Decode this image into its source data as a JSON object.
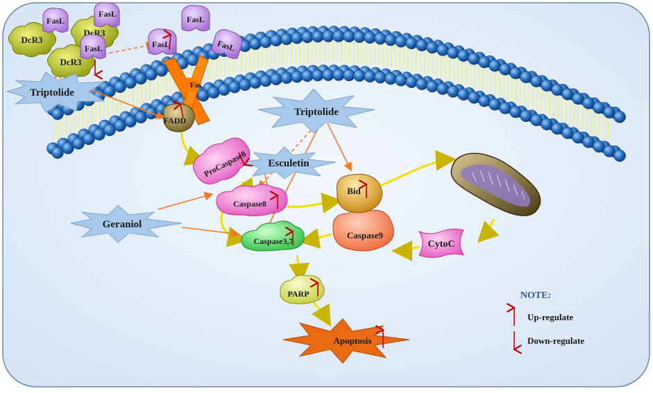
{
  "molecules": {
    "fasl": "FasL",
    "dcr3": "DcR3",
    "fas": "Fas",
    "fadd": "FADD",
    "procaspase8": "ProCaspase8",
    "caspase8": "Caspase8",
    "caspase37": "Caspase3,7",
    "caspase9": "Caspase9",
    "bid": "Bid",
    "cytoc": "CytoC",
    "parp": "PARP",
    "apoptosis": "Apoptosis"
  },
  "compounds": {
    "triptolide_left": "Triptolide",
    "triptolide_center": "Triptolide",
    "esculetin": "Esculetin",
    "geraniol": "Geraniol"
  },
  "legend": {
    "title": "NOTE:",
    "up": "Up-regulate",
    "down": "Down-regulate"
  },
  "colors": {
    "background": "#dde9f6",
    "membrane_bead": "#2b74c4",
    "fasl": "#c99be8",
    "dcr3": "#b8c21a",
    "fas": "#ff7a00",
    "caspase_pink": "#f47fd3",
    "caspase37_green": "#5fe070",
    "caspase9_orange": "#ff8a5c",
    "bid": "#e0a020",
    "parp": "#e5ec7a",
    "apoptosis": "#e86a12",
    "drug_star": "#a9c9ea",
    "pathway_arrow": "#f0e000",
    "drug_arrow": "#f07a2a",
    "up_arrow": "#c00000"
  }
}
